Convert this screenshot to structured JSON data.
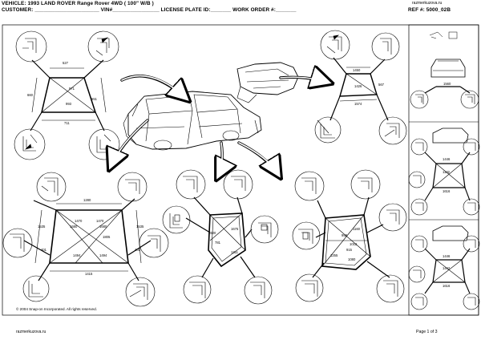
{
  "header": {
    "vehicle_label": "VEHICLE:",
    "vehicle_value": "1993 LAND  ROVER Range  Rover  4WD  ( 100\"  W/B )",
    "customer_label": "CUSTOMER:",
    "customer_blank": "______________________",
    "vin_label": "VIN#",
    "vin_blank": "________________",
    "plate_label": "LICENSE PLATE ID:",
    "plate_blank": "_______",
    "work_order_label": "WORK ORDER #:",
    "work_order_blank": "_______",
    "ref_label": "REF #:",
    "ref_value": "5000_02B",
    "site": "razmerkuzova.ru"
  },
  "footer": {
    "copyright": "© 2004 Snap-on Incorporated. All rights reserved.",
    "site": "razmerkuzova.ru",
    "page": "Page 1 of 3"
  },
  "measurements": {
    "windshield_top": "527",
    "windshield_diag1": "971",
    "windshield_diag2": "993",
    "windshield_left": "660",
    "windshield_right": "551",
    "windshield_bottom": "711",
    "hood_top": "1450",
    "hood_diag": "1426",
    "hood_right": "567",
    "hood_bottom": "1574",
    "rear_top": "1280",
    "rear_a": "1470",
    "rear_b": "1470",
    "rear_c": "1680",
    "rear_d": "1680",
    "rear_e": "1805",
    "rear_left": "1535",
    "rear_right": "1535",
    "rear_f": "401",
    "rear_g": "401",
    "rear_h": "1494",
    "rear_i": "1494",
    "rear_bottom": "1415",
    "door_a": "1675",
    "door_b": "1600",
    "door_c": "781",
    "door_d": "1311",
    "side_a": "1160",
    "side_b": "953",
    "side_c": "1012",
    "side_d": "915",
    "side_e": "1255",
    "side_f": "1080",
    "r1_value": "1560",
    "r2_top": "1446",
    "r2_mid": "1132",
    "r2_bottom": "1616",
    "r3_top": "1446",
    "r3_mid": "1442",
    "r3_bottom": "1616"
  }
}
